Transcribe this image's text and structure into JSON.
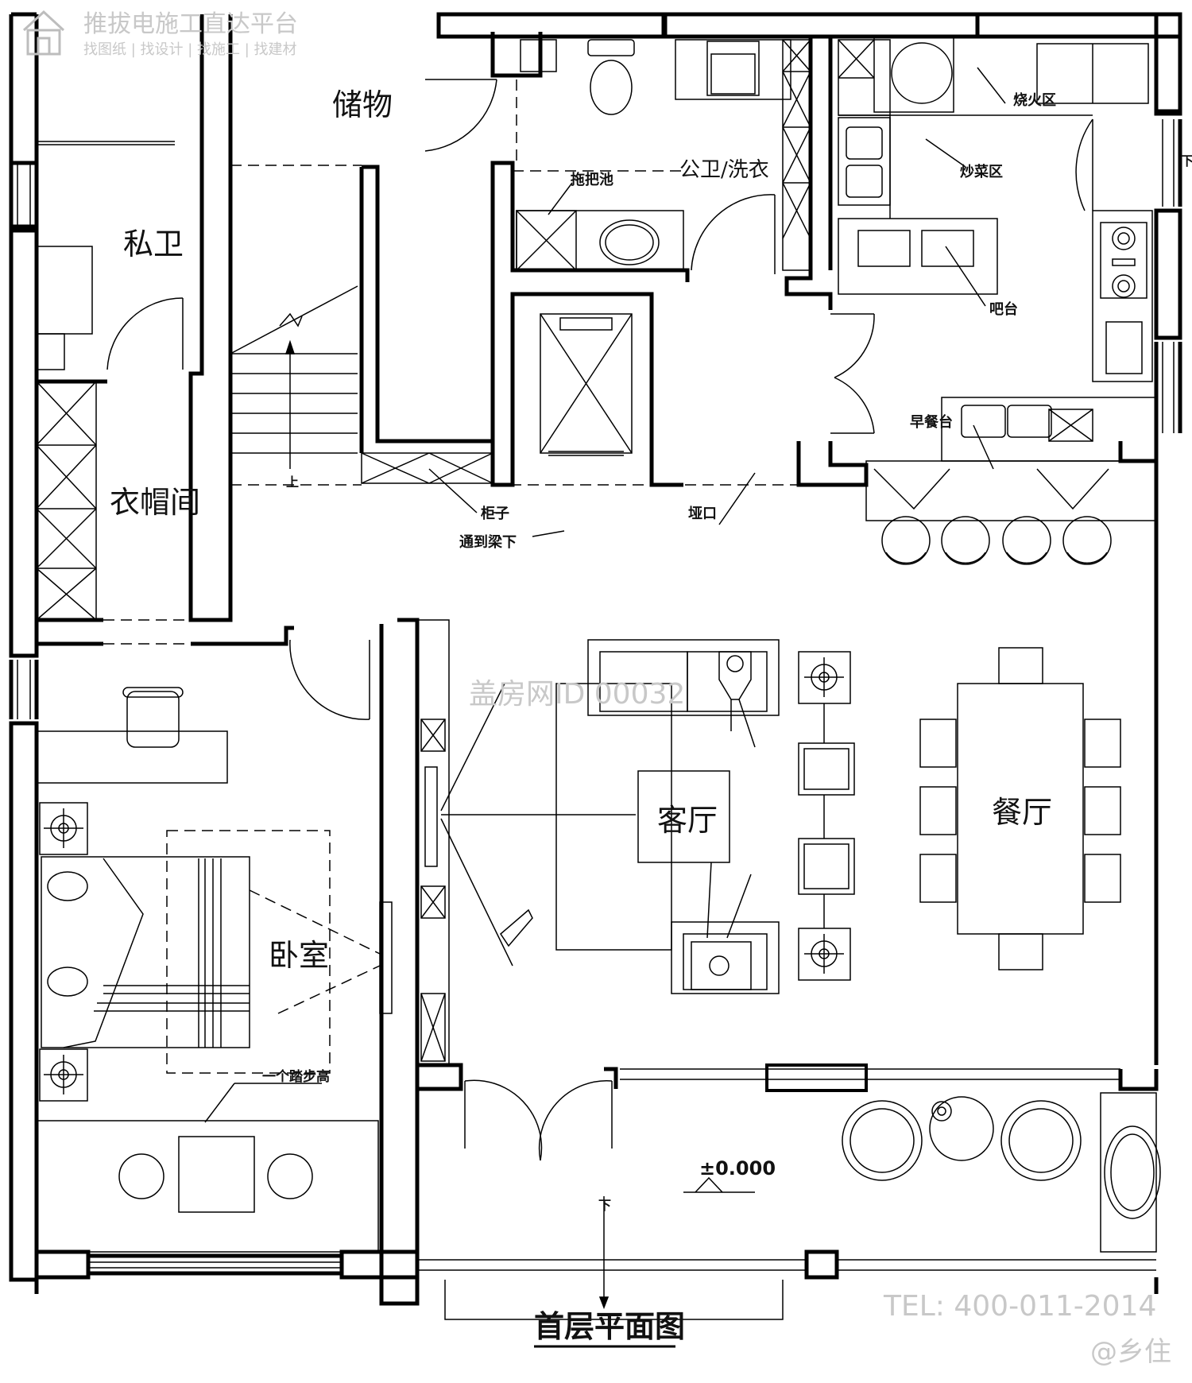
{
  "watermark": {
    "brand_title": "推拔电施工直达平台",
    "brand_links": "找图纸 | 找设计 | 找施工 | 找建材",
    "center_mark": "盖房网ID 00032",
    "phone": "TEL: 400-011-2014",
    "handle": "@乡住"
  },
  "title": "首层平面图",
  "rooms": {
    "storage": "储物",
    "private_bath": "私卫",
    "public_bath": "公卫/洗衣",
    "closet": "衣帽间",
    "living": "客厅",
    "dining": "餐厅",
    "bedroom": "卧室"
  },
  "notes": {
    "grill": "烧火区",
    "stirfry": "炒菜区",
    "bar": "吧台",
    "breakfast": "早餐台",
    "mop_sink": "拖把池",
    "cabinet": "柜子",
    "cabinet_sub": "通到梁下",
    "opening": "垭口",
    "step": "一个踏步高",
    "stair_up": "上",
    "stair_down": "下",
    "elevation": "±0.000"
  }
}
